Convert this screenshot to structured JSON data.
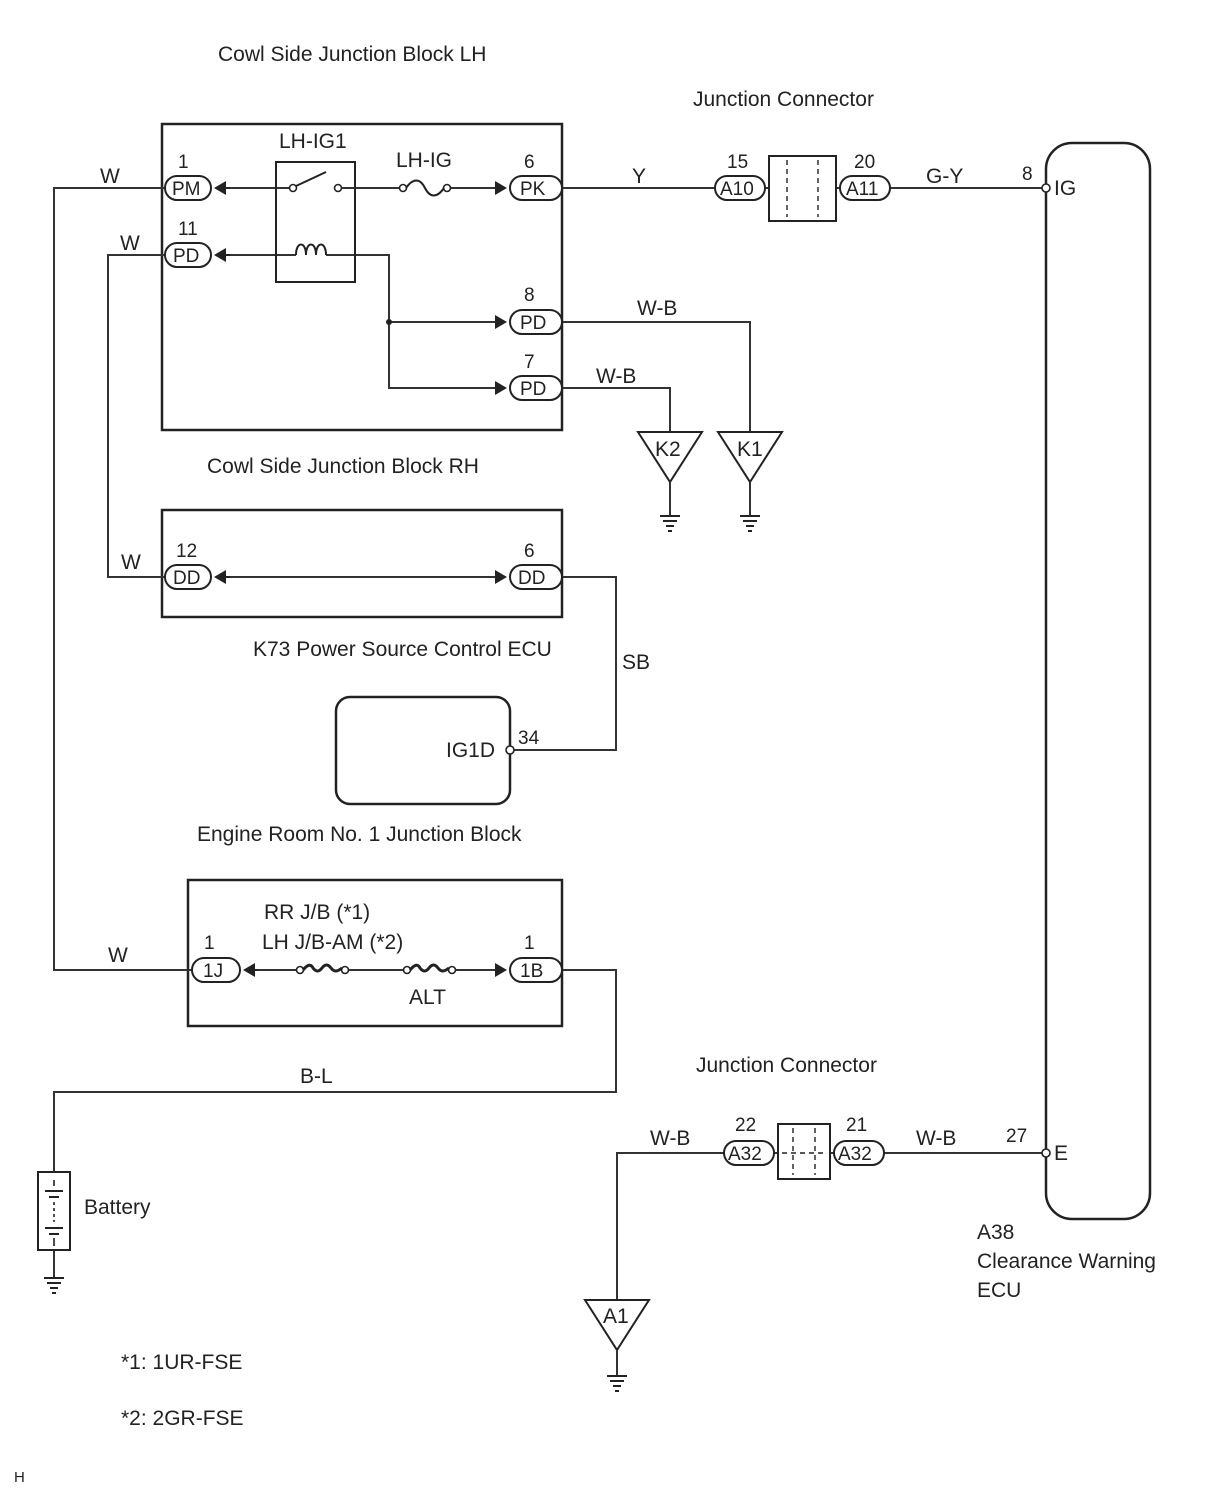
{
  "blocks": {
    "cowl_lh": "Cowl Side Junction Block LH",
    "cowl_rh": "Cowl Side Junction Block RH",
    "k73": "K73 Power Source Control ECU",
    "engine_room": "Engine Room No. 1 Junction Block",
    "jc_top": "Junction Connector",
    "jc_bottom": "Junction Connector",
    "ecu_code": "A38",
    "ecu_name1": "Clearance Warning",
    "ecu_name2": "ECU",
    "battery": "Battery"
  },
  "components": {
    "relay": "LH-IG1",
    "fuse_lhig": "LH-IG",
    "fuse_rr1": "RR J/B (*1)",
    "fuse_rr2": "LH J/B-AM (*2)",
    "fuse_alt": "ALT"
  },
  "connectors": {
    "pm": "PM",
    "pm_pin": "1",
    "pd11": "PD",
    "pd11_pin": "11",
    "pk": "PK",
    "pk_pin": "6",
    "pd8": "PD",
    "pd8_pin": "8",
    "pd7": "PD",
    "pd7_pin": "7",
    "a10": "A10",
    "a10_pin": "15",
    "a11": "A11",
    "a11_pin": "20",
    "dd12": "DD",
    "dd12_pin": "12",
    "dd6": "DD",
    "dd6_pin": "6",
    "ig1d": "IG1D",
    "ig1d_pin": "34",
    "j1": "1J",
    "j1_pin": "1",
    "b1": "1B",
    "b1_pin": "1",
    "a32l": "A32",
    "a32l_pin": "22",
    "a32r": "A32",
    "a32r_pin": "21",
    "ig": "IG",
    "ig_pin": "8",
    "e": "E",
    "e_pin": "27"
  },
  "wires": {
    "w_pm": "W",
    "w_pd": "W",
    "w_dd": "W",
    "w_1j": "W",
    "y": "Y",
    "gy": "G-Y",
    "wb_pd8": "W-B",
    "wb_pd7": "W-B",
    "sb": "SB",
    "bl": "B-L",
    "wb_a1": "W-B",
    "wb_e": "W-B"
  },
  "grounds": {
    "k1": "K1",
    "k2": "K2",
    "a1": "A1"
  },
  "notes": {
    "n1": "*1: 1UR-FSE",
    "n2": "*2: 2GR-FSE",
    "corner": "H"
  }
}
